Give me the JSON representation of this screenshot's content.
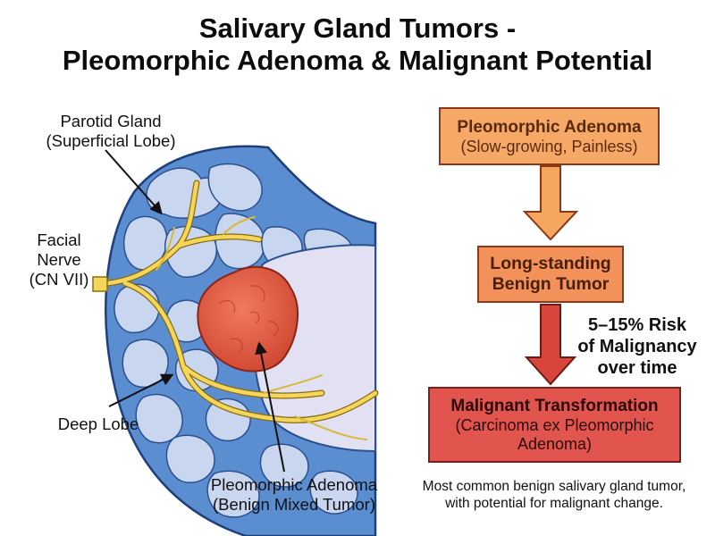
{
  "title": {
    "line1": "Salivary Gland Tumors -",
    "line2": "Pleomorphic Adenoma & Malignant Potential"
  },
  "illustration": {
    "label_parotid": [
      "Parotid Gland",
      "(Superficial Lobe)"
    ],
    "label_facial_nerve": [
      "Facial",
      "Nerve",
      "(CN VII)"
    ],
    "label_deep_lobe": "Deep Lobe",
    "label_tumor": [
      "Pleomorphic Adenoma",
      "(Benign Mixed Tumor)"
    ]
  },
  "flowchart": {
    "step1": {
      "title": "Pleomorphic Adenoma",
      "note": "(Slow-growing, Painless)"
    },
    "step2": {
      "title_lines": [
        "Long-standing",
        "Benign Tumor"
      ]
    },
    "risk_lines": [
      "5–15% Risk",
      "of Malignancy",
      "over time"
    ],
    "step3": {
      "title": "Malignant Transformation",
      "note_lines": [
        "(Carcinoma ex Pleomorphic",
        "Adenoma)"
      ]
    },
    "summary_lines": [
      "Most common benign salivary gland tumor,",
      "with potential for malignant change."
    ]
  },
  "colors": {
    "gland_outer": "#5b8ed0",
    "gland_lobules": "#c8d6ef",
    "interior": "#e2e0f3",
    "nerve": "#f4d75a",
    "tumor": "#e8604a",
    "box1": "#f6a966",
    "box2": "#f2925a",
    "box3": "#e2554f",
    "arrow1": "#f4a55e",
    "arrow2": "#d8453c"
  }
}
